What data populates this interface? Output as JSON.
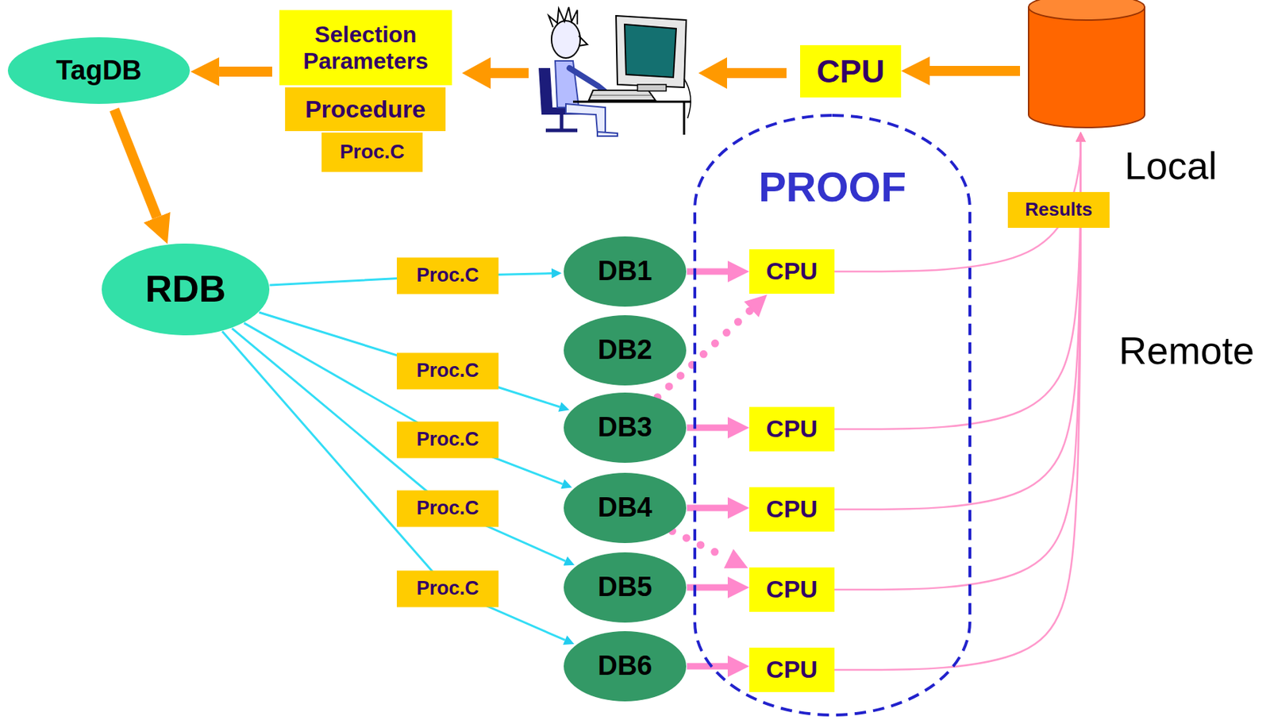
{
  "diagram": {
    "nodes": [
      {
        "text": [
          "TagDB"
        ]
      },
      {
        "text": [
          "Selection Parameters"
        ]
      },
      {
        "text": [
          "Procedure"
        ]
      },
      {
        "text": [
          "Proc.C"
        ]
      },
      {
        "text": [
          "CPU"
        ]
      },
      {
        "text": [
          "Local"
        ]
      },
      {
        "text": [
          "PROOF"
        ]
      },
      {
        "text": [
          "RDB"
        ]
      },
      {
        "text": [
          "DB1"
        ]
      },
      {
        "text": [
          "CPU"
        ],
        "in": 6
      },
      {
        "text": [
          "DB2"
        ]
      },
      {
        "text": [
          "DB3"
        ]
      },
      {
        "text": [
          "CPU"
        ],
        "in": 6
      },
      {
        "text": [
          "DB4"
        ]
      },
      {
        "text": [
          "CPU"
        ],
        "in": 6
      },
      {
        "text": [
          "DB5"
        ]
      },
      {
        "text": [
          "CPU"
        ],
        "in": 6
      },
      {
        "text": [
          "DB6"
        ]
      },
      {
        "text": [
          "CPU"
        ],
        "in": 6
      }
    ],
    "edges": [
      {
        "from": 5,
        "to": 4,
        "arrow": "to"
      },
      {
        "from": 1,
        "to": 0,
        "arrow": "to"
      },
      {
        "from": 0,
        "to": 7,
        "arrow": "to"
      },
      {
        "from": 7,
        "to": 8,
        "label": "Proc.C",
        "arrow": "to"
      },
      {
        "from": 7,
        "to": 11,
        "label": "Proc.C",
        "arrow": "to"
      },
      {
        "from": 7,
        "to": 13,
        "label": "Proc.C",
        "arrow": "to"
      },
      {
        "from": 7,
        "to": 15,
        "label": "Proc.C",
        "arrow": "to"
      },
      {
        "from": 7,
        "to": 17,
        "label": "Proc.C",
        "arrow": "to"
      },
      {
        "from": 8,
        "to": 9,
        "arrow": "to"
      },
      {
        "from": 11,
        "to": 12,
        "arrow": "to"
      },
      {
        "from": 13,
        "to": 14,
        "arrow": "to"
      },
      {
        "from": 15,
        "to": 16,
        "arrow": "to"
      },
      {
        "from": 17,
        "to": 18,
        "arrow": "to"
      },
      {
        "from": 11,
        "to": 9,
        "arrow": "to"
      },
      {
        "from": 13,
        "to": 16,
        "arrow": "to"
      },
      {
        "from": 9,
        "to": 5,
        "label": "Results",
        "arrow": "to"
      },
      {
        "from": 12,
        "to": 5,
        "arrow": "to"
      },
      {
        "from": 14,
        "to": 5,
        "arrow": "to"
      },
      {
        "from": 16,
        "to": 5,
        "arrow": "to"
      },
      {
        "from": 18,
        "to": 5,
        "arrow": "to"
      }
    ],
    "labels": [
      "Remote"
    ]
  }
}
